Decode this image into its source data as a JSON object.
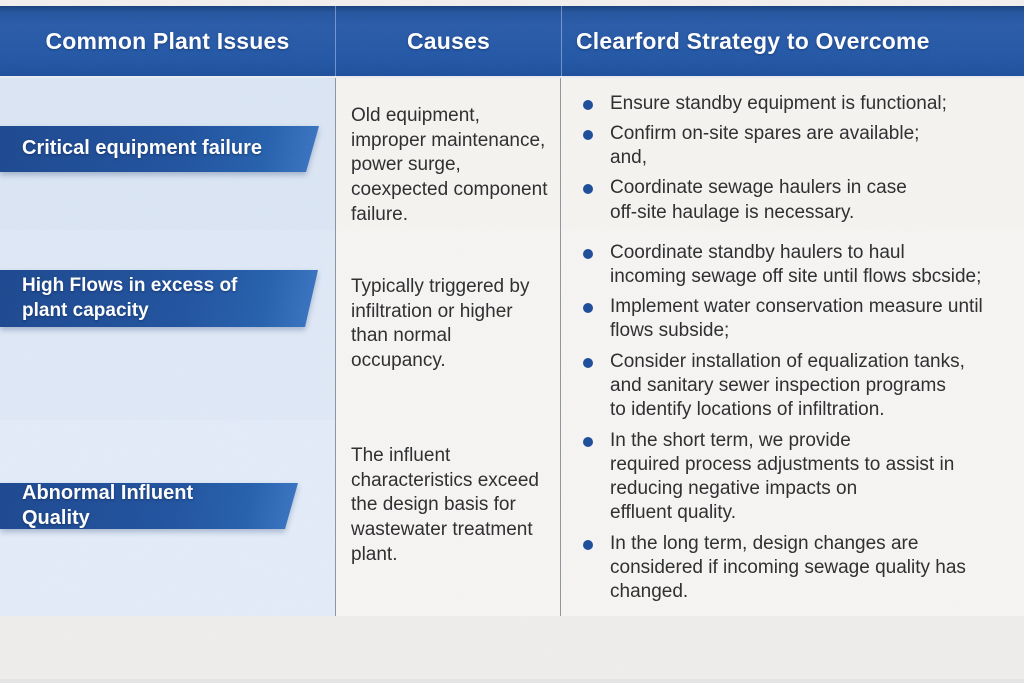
{
  "table": {
    "columns": [
      {
        "label": "Common Plant Issues"
      },
      {
        "label": "Causes"
      },
      {
        "label": "Clearford Strategy to Overcome"
      }
    ],
    "rows": [
      {
        "issue": "Critical equipment failure",
        "causes": "Old equipment,\nimproper maintenance,\npower surge,\ncoexpected component\nfailure.",
        "strategies": [
          "Ensure standby equipment is functional;",
          "Confirm on-site spares are available;\nand,",
          "Coordinate sewage haulers in case\noff-site haulage is necessary."
        ]
      },
      {
        "issue": "High Flows in excess of\nplant capacity",
        "causes": "Typically triggered by\ninfiltration or higher\nthan normal\noccupancy.",
        "strategies": [
          "Coordinate standby haulers to haul\nincoming sewage off site until flows sbcside;",
          "Implement water conservation measure until\nflows subside;",
          "Consider installation of equalization tanks,\nand sanitary sewer inspection programs\nto identify locations of infiltration."
        ]
      },
      {
        "issue": "Abnormal Influent Quality",
        "causes": "The influent\ncharacteristics exceed\nthe design basis for\nwastewater treatment\nplant.",
        "strategies": [
          "In the short term, we provide\nrequired process adjustments to assist in\nreducing negative impacts on\neffluent quality.",
          "In the long term, design changes are\nconsidered if incoming sewage quality has\nchanged."
        ]
      }
    ]
  },
  "colors": {
    "header_blue": "#2257a6",
    "banner_blue": "#1c4890",
    "bullet_blue": "#1c4d9a",
    "issue_column_bg": "#dbe6f4",
    "cell_bg": "#f5f4f1",
    "text": "#2d2d2f"
  }
}
